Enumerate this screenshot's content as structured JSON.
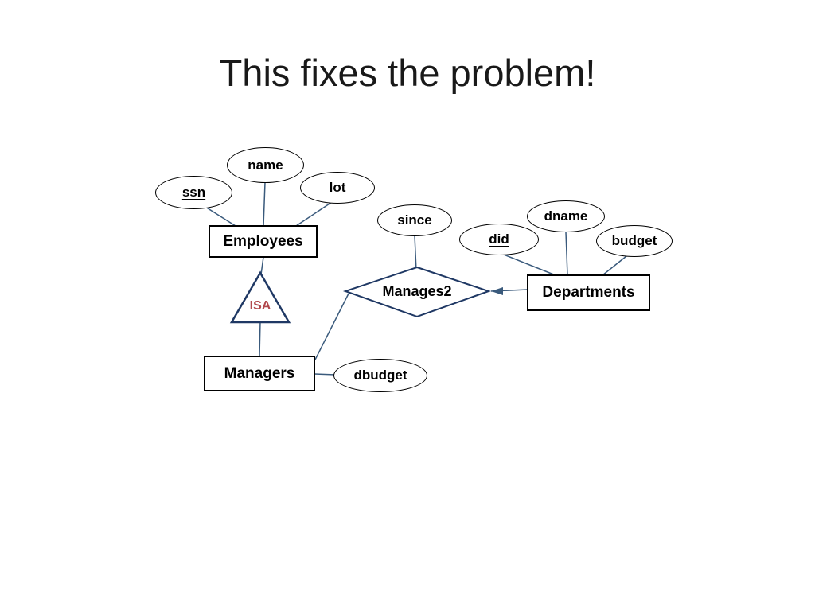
{
  "title": "This fixes the problem!",
  "diagram": {
    "entities": {
      "employees": {
        "label": "Employees"
      },
      "departments": {
        "label": "Departments"
      },
      "managers": {
        "label": "Managers"
      }
    },
    "relationship": {
      "label": "Manages2"
    },
    "isa": {
      "label": "ISA"
    },
    "attributes": {
      "name": {
        "label": "name",
        "is_key": false,
        "attached_to": "Employees"
      },
      "ssn": {
        "label": "ssn",
        "is_key": true,
        "attached_to": "Employees"
      },
      "lot": {
        "label": "lot",
        "is_key": false,
        "attached_to": "Employees"
      },
      "since": {
        "label": "since",
        "is_key": false,
        "attached_to": "Manages2"
      },
      "did": {
        "label": "did",
        "is_key": true,
        "attached_to": "Departments"
      },
      "dname": {
        "label": "dname",
        "is_key": false,
        "attached_to": "Departments"
      },
      "budget": {
        "label": "budget",
        "is_key": false,
        "attached_to": "Departments"
      },
      "dbudget": {
        "label": "dbudget",
        "is_key": false,
        "attached_to": "Managers"
      }
    },
    "edges": [
      {
        "from": "name",
        "to": "Employees"
      },
      {
        "from": "ssn",
        "to": "Employees"
      },
      {
        "from": "lot",
        "to": "Employees"
      },
      {
        "from": "since",
        "to": "Manages2"
      },
      {
        "from": "did",
        "to": "Departments"
      },
      {
        "from": "dname",
        "to": "Departments"
      },
      {
        "from": "budget",
        "to": "Departments"
      },
      {
        "from": "Departments",
        "to": "Manages2",
        "arrow_at": "Manages2"
      },
      {
        "from": "Manages2",
        "to": "Managers"
      },
      {
        "from": "Employees",
        "to": "ISA"
      },
      {
        "from": "ISA",
        "to": "Managers"
      },
      {
        "from": "Managers",
        "to": "dbudget"
      }
    ],
    "colors": {
      "connector": "#3a5a7c",
      "shape_border": "#000000",
      "relationship_border": "#1f3864",
      "isa_border": "#1f3864",
      "isa_text": "#b2494d",
      "title_text": "#191919"
    }
  }
}
